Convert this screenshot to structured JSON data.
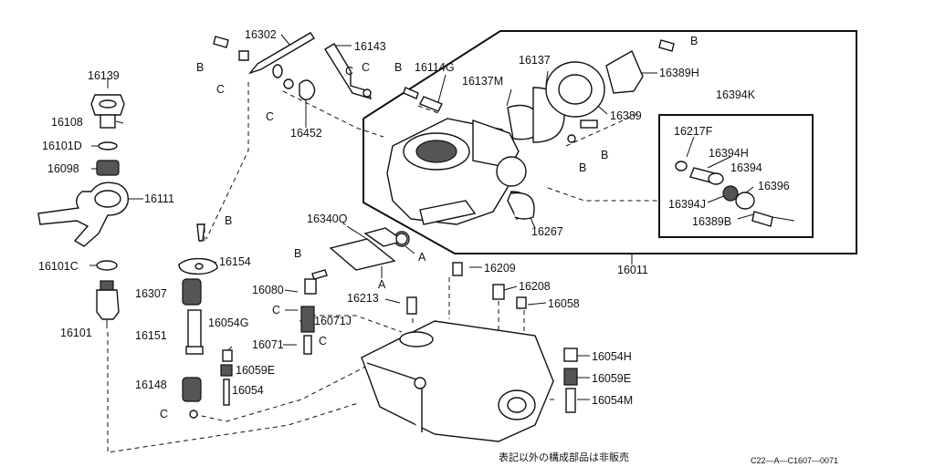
{
  "labels": [
    {
      "name": "part-16139",
      "text": "16139"
    },
    {
      "name": "part-16108",
      "text": "16108"
    },
    {
      "name": "part-16101d",
      "text": "16101D"
    },
    {
      "name": "part-16098",
      "text": "16098"
    },
    {
      "name": "part-16111",
      "text": "16111"
    },
    {
      "name": "part-16101c",
      "text": "16101C"
    },
    {
      "name": "part-16101",
      "text": "16101"
    },
    {
      "name": "bolt-b-16302",
      "text": "B"
    },
    {
      "name": "clip-c-16302",
      "text": "C"
    },
    {
      "name": "part-16302",
      "text": "16302"
    },
    {
      "name": "clip-c-16452",
      "text": "C"
    },
    {
      "name": "part-16452",
      "text": "16452"
    },
    {
      "name": "part-16143",
      "text": "16143"
    },
    {
      "name": "clip-c-16143-a",
      "text": "C"
    },
    {
      "name": "clip-c-16143-b",
      "text": "C"
    },
    {
      "name": "bolt-b-16114g",
      "text": "B"
    },
    {
      "name": "part-16114g",
      "text": "16114G"
    },
    {
      "name": "part-16137m",
      "text": "16137M"
    },
    {
      "name": "part-16137",
      "text": "16137"
    },
    {
      "name": "part-16389",
      "text": "16389"
    },
    {
      "name": "bolt-b-16389h",
      "text": "B"
    },
    {
      "name": "part-16389h",
      "text": "16389H"
    },
    {
      "name": "bolt-b-16389-a",
      "text": "B"
    },
    {
      "name": "bolt-b-16389-b",
      "text": "B"
    },
    {
      "name": "part-16394k",
      "text": "16394K"
    },
    {
      "name": "part-16217f",
      "text": "16217F"
    },
    {
      "name": "part-16394h",
      "text": "16394H"
    },
    {
      "name": "part-16394",
      "text": "16394"
    },
    {
      "name": "part-16396",
      "text": "16396"
    },
    {
      "name": "part-16394j",
      "text": "16394J"
    },
    {
      "name": "part-16389b",
      "text": "16389B"
    },
    {
      "name": "part-16267",
      "text": "16267"
    },
    {
      "name": "part-16011",
      "text": "16011"
    },
    {
      "name": "bolt-b-16154",
      "text": "B"
    },
    {
      "name": "part-16154",
      "text": "16154"
    },
    {
      "name": "part-16340q",
      "text": "16340Q"
    },
    {
      "name": "marker-a-1",
      "text": "A"
    },
    {
      "name": "marker-a-2",
      "text": "A"
    },
    {
      "name": "bolt-b-16080",
      "text": "B"
    },
    {
      "name": "part-16080",
      "text": "16080"
    },
    {
      "name": "clip-c-16080",
      "text": "C"
    },
    {
      "name": "part-16307",
      "text": "16307"
    },
    {
      "name": "part-16213",
      "text": "16213"
    },
    {
      "name": "part-16209",
      "text": "16209"
    },
    {
      "name": "part-16208",
      "text": "16208"
    },
    {
      "name": "part-16058",
      "text": "16058"
    },
    {
      "name": "part-16071j",
      "text": "16071J"
    },
    {
      "name": "part-16151",
      "text": "16151"
    },
    {
      "name": "part-16054g",
      "text": "16054G"
    },
    {
      "name": "part-16071",
      "text": "16071"
    },
    {
      "name": "clip-c-16071",
      "text": "C"
    },
    {
      "name": "part-16059e-left",
      "text": "16059E"
    },
    {
      "name": "part-16148",
      "text": "16148"
    },
    {
      "name": "part-16054-left",
      "text": "16054"
    },
    {
      "name": "clip-c-16148",
      "text": "C"
    },
    {
      "name": "part-16054h",
      "text": "16054H"
    },
    {
      "name": "part-16059e-right",
      "text": "16059E"
    },
    {
      "name": "part-16054m",
      "text": "16054M"
    }
  ],
  "footer": {
    "note": "表記以外の構成部品は非販売",
    "code": "C22—A—C1607—0071"
  }
}
